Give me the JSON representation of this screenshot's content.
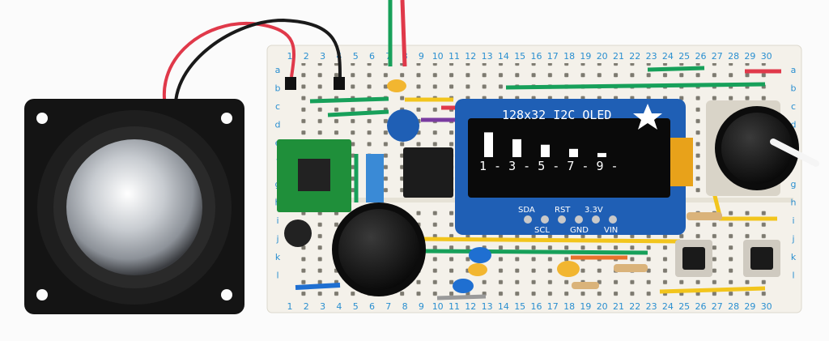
{
  "breadboard": {
    "columns_top": [
      "1",
      "2",
      "3",
      "4",
      "5",
      "6",
      "7",
      "8",
      "9",
      "10",
      "11",
      "12",
      "13",
      "14",
      "15",
      "16",
      "17",
      "18",
      "19",
      "20",
      "21",
      "22",
      "23",
      "24",
      "25",
      "26",
      "27",
      "28",
      "29",
      "30"
    ],
    "rows_left": [
      "a",
      "b",
      "c",
      "d",
      "e",
      "f",
      "g",
      "h",
      "i",
      "j",
      "k",
      "l"
    ],
    "colors": {
      "board": "#f4f1ea",
      "hole": "#6b6b66",
      "label": "#2a8fd0",
      "pcb": "#1f5fb5"
    }
  },
  "oled": {
    "title": "128x32 I2C OLED",
    "readout": "1 - 3 - 5 - 7 - 9 -",
    "bar_levels": [
      0.9,
      0.65,
      0.45,
      0.3,
      0.15
    ],
    "pins_top": [
      "SDA",
      "RST",
      "3.3V"
    ],
    "pins_bottom": [
      "SCL",
      "GND",
      "VIN"
    ]
  },
  "components": {
    "speaker": "speaker",
    "knob_left": "potentiometer-knob",
    "knob_right": "potentiometer-knob",
    "buttons": [
      "tactile-button",
      "tactile-button"
    ],
    "wire_colors": [
      "#e0394a",
      "#1a1a1a",
      "#17a05a",
      "#f2c51d",
      "#7a3ba0",
      "#1f6fd1",
      "#e8722a"
    ]
  }
}
